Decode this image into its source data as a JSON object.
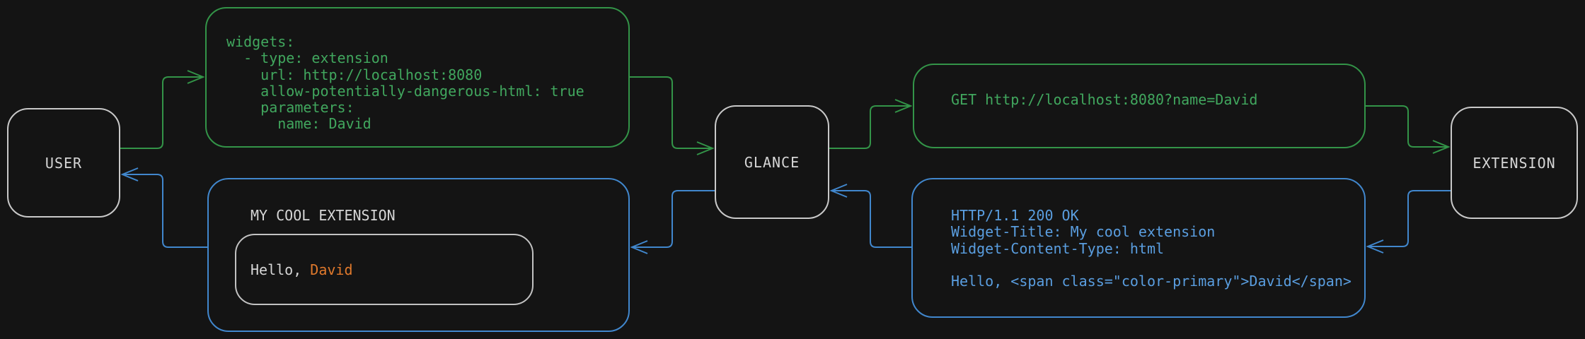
{
  "diagram": {
    "colors": {
      "background": "#141414",
      "green": "#339448",
      "green_text": "#41a75e",
      "blue": "#4187cd",
      "blue_text": "#5a9ee0",
      "gray_border": "#c9c9c9",
      "gray_text": "#d6d6d6",
      "orange": "#e0792c"
    },
    "nodes": {
      "user": {
        "label": "USER"
      },
      "glance": {
        "label": "GLANCE"
      },
      "extension": {
        "label": "EXTENSION"
      }
    },
    "config_box": {
      "lines": [
        "widgets:",
        "  - type: extension",
        "    url: http://localhost:8080",
        "    allow-potentially-dangerous-html: true",
        "    parameters:",
        "      name: David"
      ]
    },
    "request_box": {
      "text": "GET http://localhost:8080?name=David"
    },
    "response_box": {
      "lines": [
        "HTTP/1.1 200 OK",
        "Widget-Title: My cool extension",
        "Widget-Content-Type: html",
        "",
        "Hello, <span class=\"color-primary\">David</span>"
      ]
    },
    "widget_box": {
      "title": "MY COOL EXTENSION",
      "greeting_prefix": "Hello, ",
      "greeting_name": "David"
    }
  }
}
